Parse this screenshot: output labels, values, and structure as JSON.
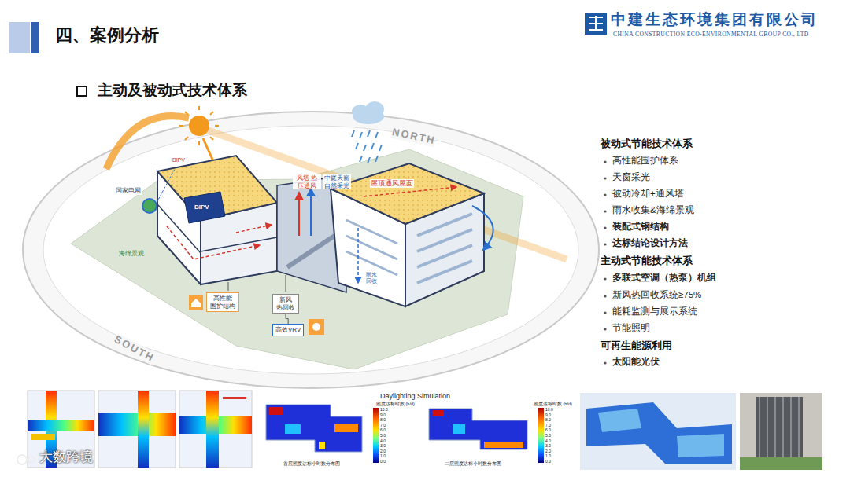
{
  "diagram": {
    "title": "四、案例分析",
    "nodes": [
      {
        "text": [
          "高性能 围护结构"
        ]
      },
      {
        "text": [
          "新风 热回收"
        ]
      },
      {
        "text": [
          "高效VRV"
        ]
      }
    ],
    "edges": [
      {
        "from": 1,
        "to": 2,
        "arrow": "none"
      }
    ],
    "labels": [
      "中建生态环境集团有限公司",
      "CHINA CONSTRUCTION ECO-ENVIRONMENTAL GROUP CO., LTD",
      "主动及被动式技术体系",
      "NORTH",
      "国家电网",
      "BIPV",
      "BIPV",
      "风塔 热压通风",
      "中庭天窗 自然采光",
      "屋顶通风屋面",
      "雨水 回收",
      "海绵景观",
      "SOUTH",
      "被动式节能技术体系",
      "高性能围护体系",
      "天窗采光",
      "被动冷却+通风塔",
      "雨水收集&海绵景观",
      "装配式钢结构",
      "达标结论设计方法",
      "主动式节能技术体系",
      "多联式空调（热泵）机组",
      "新风热回收系统≥75%",
      "能耗监测与展示系统",
      "节能照明",
      "可再生能源利用",
      "太阳能光伏",
      "Daylighting Simulation",
      "照度达标时数 (h/d)",
      "10.0",
      "9.0",
      "8.0",
      "7.0",
      "6.0",
      "5.0",
      "4.0",
      "3.0",
      "2.0",
      "1.0",
      "0.0",
      "首层照度达标小时数分布图",
      "照度达标时数 (h/d)",
      "10.0",
      "9.0",
      "8.0",
      "7.0",
      "6.0",
      "5.0",
      "4.0",
      "3.0",
      "2.0",
      "1.0",
      "0.0",
      "二层照度达标小时数分布图",
      "大数跨境"
    ]
  }
}
